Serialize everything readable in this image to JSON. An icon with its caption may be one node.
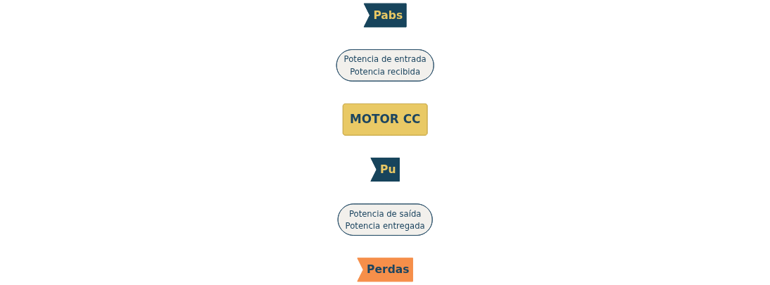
{
  "diagram": {
    "nodes": [
      {
        "text": [
          "Pabs"
        ]
      },
      {
        "text": [
          "Potencia de entrada",
          "Potencia recibida"
        ]
      },
      {
        "text": [
          "MOTOR CC"
        ]
      },
      {
        "text": [
          "Pu"
        ]
      },
      {
        "text": [
          "Potencia de saída",
          "Potencia entregada"
        ]
      },
      {
        "text": [
          "Perdas"
        ]
      }
    ]
  }
}
